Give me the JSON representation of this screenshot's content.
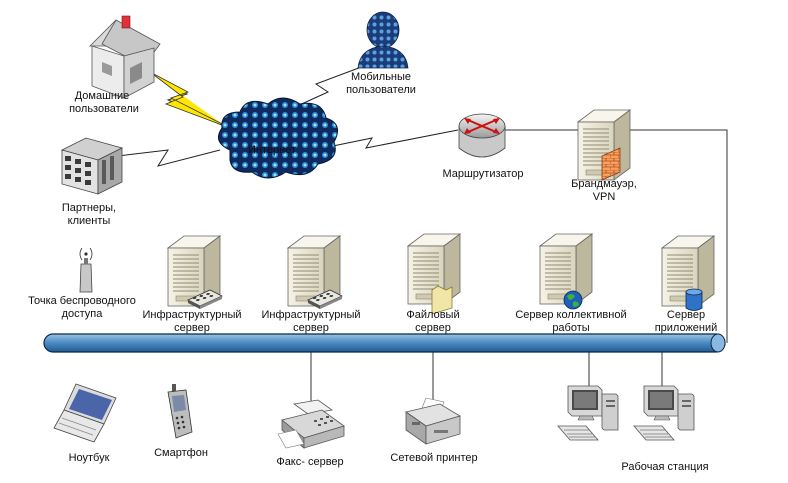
{
  "colors": {
    "bus_fill": "#4f8fc6",
    "bus_stroke": "#0b2746",
    "cloud_fill": "#0f2a5e",
    "lightning_yellow": "#ffe600",
    "server_body": "#ece8d6",
    "line": "#333333"
  },
  "nodes": {
    "home_users": {
      "icon": "house-icon",
      "label_1": "Домашние",
      "label_2": "пользователи"
    },
    "mobile_users": {
      "icon": "user-silhouette-icon",
      "label_1": "Мобильные",
      "label_2": "пользователи"
    },
    "internet": {
      "icon": "cloud-icon",
      "label": "Интернет"
    },
    "partners": {
      "icon": "office-building-icon",
      "label_1": "Партнеры,",
      "label_2": "клиенты"
    },
    "router": {
      "icon": "router-icon",
      "label": "Маршрутизатор"
    },
    "firewall": {
      "icon": "firewall-icon",
      "label_1": "Брандмауэр,",
      "label_2": "VPN"
    },
    "wireless_ap": {
      "icon": "antenna-icon",
      "label_1": "Точка беспроводного",
      "label_2": "доступа"
    },
    "infra_server_1": {
      "icon": "server-icon",
      "label_1": "Инфраструктурный",
      "label_2": "сервер"
    },
    "infra_server_2": {
      "icon": "server-icon",
      "label_1": "Инфраструктурный",
      "label_2": "сервер"
    },
    "file_server": {
      "icon": "server-icon",
      "label_1": "Файловый",
      "label_2": "сервер"
    },
    "collab_server": {
      "icon": "server-icon",
      "label_1": "Сервер коллективной",
      "label_2": "работы"
    },
    "app_server": {
      "icon": "server-icon",
      "label_1": "Сервер",
      "label_2": "приложений"
    },
    "laptop": {
      "icon": "laptop-icon",
      "label": "Ноутбук"
    },
    "smartphone": {
      "icon": "smartphone-icon",
      "label": "Смартфон"
    },
    "fax_server": {
      "icon": "fax-icon",
      "label": "Факс- сервер"
    },
    "network_printer": {
      "icon": "printer-icon",
      "label": "Сетевой принтер"
    },
    "workstation": {
      "icon": "workstation-icon",
      "label": "Рабочая станция"
    }
  }
}
